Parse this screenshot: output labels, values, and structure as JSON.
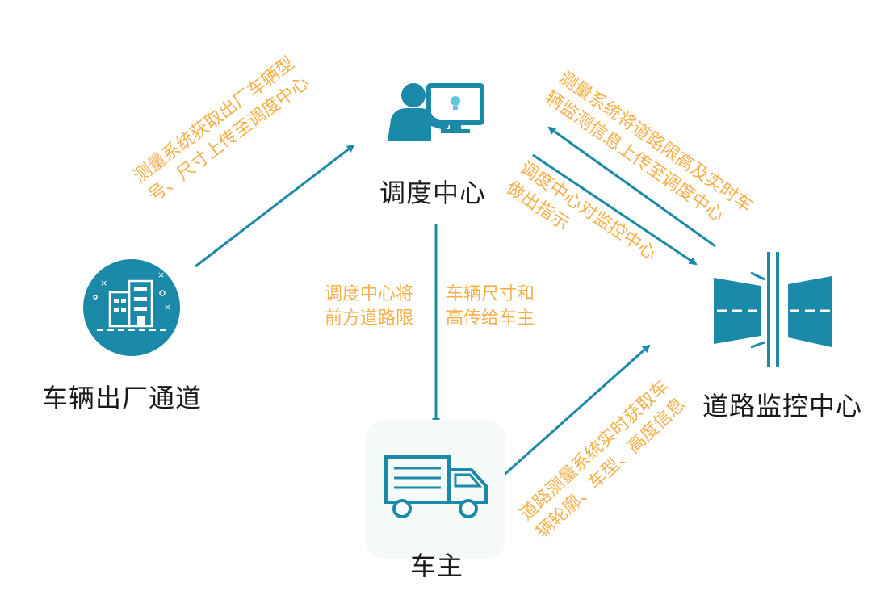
{
  "colors": {
    "accent": "#1b8aa8",
    "annotation": "#f3b04b",
    "text": "#1a1a1a"
  },
  "nodes": {
    "dispatch": {
      "label": "调度中心",
      "icon": "person-at-computer-icon"
    },
    "factory": {
      "label": "车辆出厂通道",
      "icon": "building-circle-icon"
    },
    "road": {
      "label": "道路监控中心",
      "icon": "road-gate-icon"
    },
    "owner": {
      "label": "车主",
      "icon": "truck-icon"
    }
  },
  "edges": {
    "factory_to_dispatch": {
      "lines": [
        "测量系统获取出厂车辆型",
        "号、尺寸上传至调度中心"
      ]
    },
    "road_to_dispatch": {
      "lines": [
        "测量系统将道路限高及实时车",
        "辆监测信息上传至调度中心"
      ]
    },
    "dispatch_to_road": {
      "lines": [
        "调度中心对监控中心",
        "做出指示"
      ]
    },
    "dispatch_to_owner": {
      "left_lines": [
        "调度中心将",
        "前方道路限"
      ],
      "right_lines": [
        "车辆尺寸和",
        "高传给车主"
      ]
    },
    "owner_to_road": {
      "lines": [
        "道路测量系统实时获取车",
        "辆轮廓、车型、高度信息"
      ]
    }
  }
}
